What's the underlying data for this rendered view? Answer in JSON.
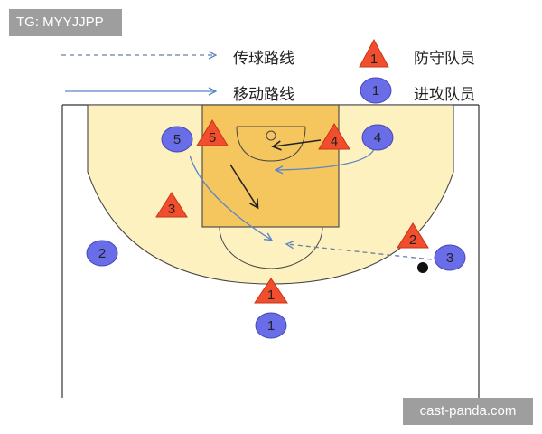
{
  "watermark_top": "TG: MYYJJPP",
  "watermark_bottom": "cast-panda.com",
  "legend": {
    "pass_route": "传球路线",
    "move_route": "移动路线",
    "defender": "防守队员",
    "attacker": "进攻队员",
    "defender_symbol": "1",
    "attacker_symbol": "1"
  },
  "defenders": [
    {
      "label": "1"
    },
    {
      "label": "2"
    },
    {
      "label": "3"
    },
    {
      "label": "4"
    },
    {
      "label": "5"
    }
  ],
  "attackers": [
    {
      "label": "1"
    },
    {
      "label": "2"
    },
    {
      "label": "3"
    },
    {
      "label": "4"
    },
    {
      "label": "5"
    }
  ],
  "colors": {
    "court_fill": "#fdf1c0",
    "paint_fill": "#f5c65e",
    "defender_fill": "#f04e2c",
    "attacker_fill": "#6a6de8",
    "move_line": "#5b86c6",
    "pass_line": "#6b7fa0"
  }
}
